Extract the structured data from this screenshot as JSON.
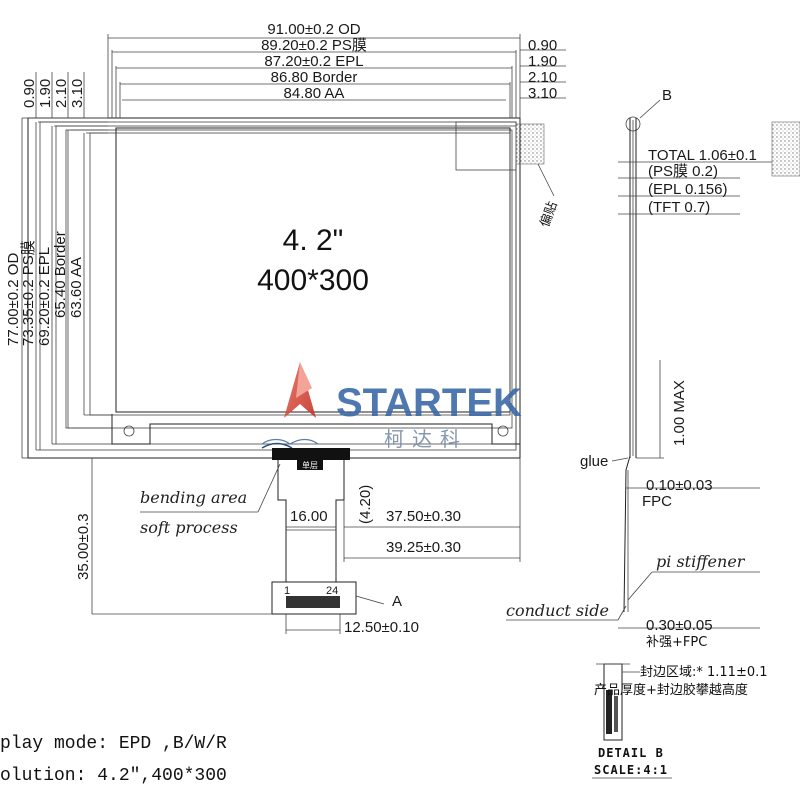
{
  "display": {
    "size": "4. 2\"",
    "resolution": "400*300"
  },
  "top_dims": [
    {
      "label": "91.00±0.2 OD",
      "right": "0.90"
    },
    {
      "label": "89.20±0.2 PS膜",
      "right": "1.90"
    },
    {
      "label": "87.20±0.2 EPL",
      "right": "2.10"
    },
    {
      "label": "86.80 Border",
      "right": "3.10"
    },
    {
      "label": "84.80 AA",
      "right": ""
    }
  ],
  "left_top_offsets": [
    "0.90",
    "1.90",
    "2.10",
    "3.10"
  ],
  "left_dims": [
    "77.00±0.2 OD",
    "73.35±0.2 PS膜",
    "69.20±0.2 EPL",
    "65.40 Border",
    "63.60 AA"
  ],
  "fpc": {
    "bend_label_1": "bending area",
    "bend_label_2": "soft process",
    "width_16": "16.00",
    "gap_4_20": "(4.20)",
    "dim_37": "37.50±0.30",
    "dim_39": "39.25±0.30",
    "length_35": "35.00±0.3",
    "connector_width": "12.50±0.10",
    "pin_first": "1",
    "pin_last": "24",
    "label_a": "A",
    "layer_label": "单层"
  },
  "corner_note": "偏贴",
  "brand": {
    "name": "STARTEK",
    "cn": "柯达科"
  },
  "side": {
    "label_b": "B",
    "total": "TOTAL 1.06±0.1",
    "ps": "(PS膜  0.2)",
    "epl": "(EPL 0.156)",
    "tft": "(TFT 0.7)",
    "max": "1.00 MAX",
    "glue": "glue",
    "fpc_thick": "0.10±0.03",
    "fpc": "FPC",
    "pi": "pi stiffener",
    "conduct": "conduct side",
    "stiff_thick": "0.30±0.05",
    "stiff_label": "补强+FPC"
  },
  "detail": {
    "seal": "封边区域:* 1.11±0.1",
    "desc": "产品厚度+封边胶攀越高度",
    "title": "DETAIL B",
    "scale": "SCALE:4:1"
  },
  "notes": {
    "mode": "play mode: EPD ,B/W/R",
    "res": "olution: 4.2\",400*300"
  },
  "colors": {
    "brand_blue": "#3d6aa8",
    "brand_red": "#d9463a",
    "line": "#222222"
  }
}
